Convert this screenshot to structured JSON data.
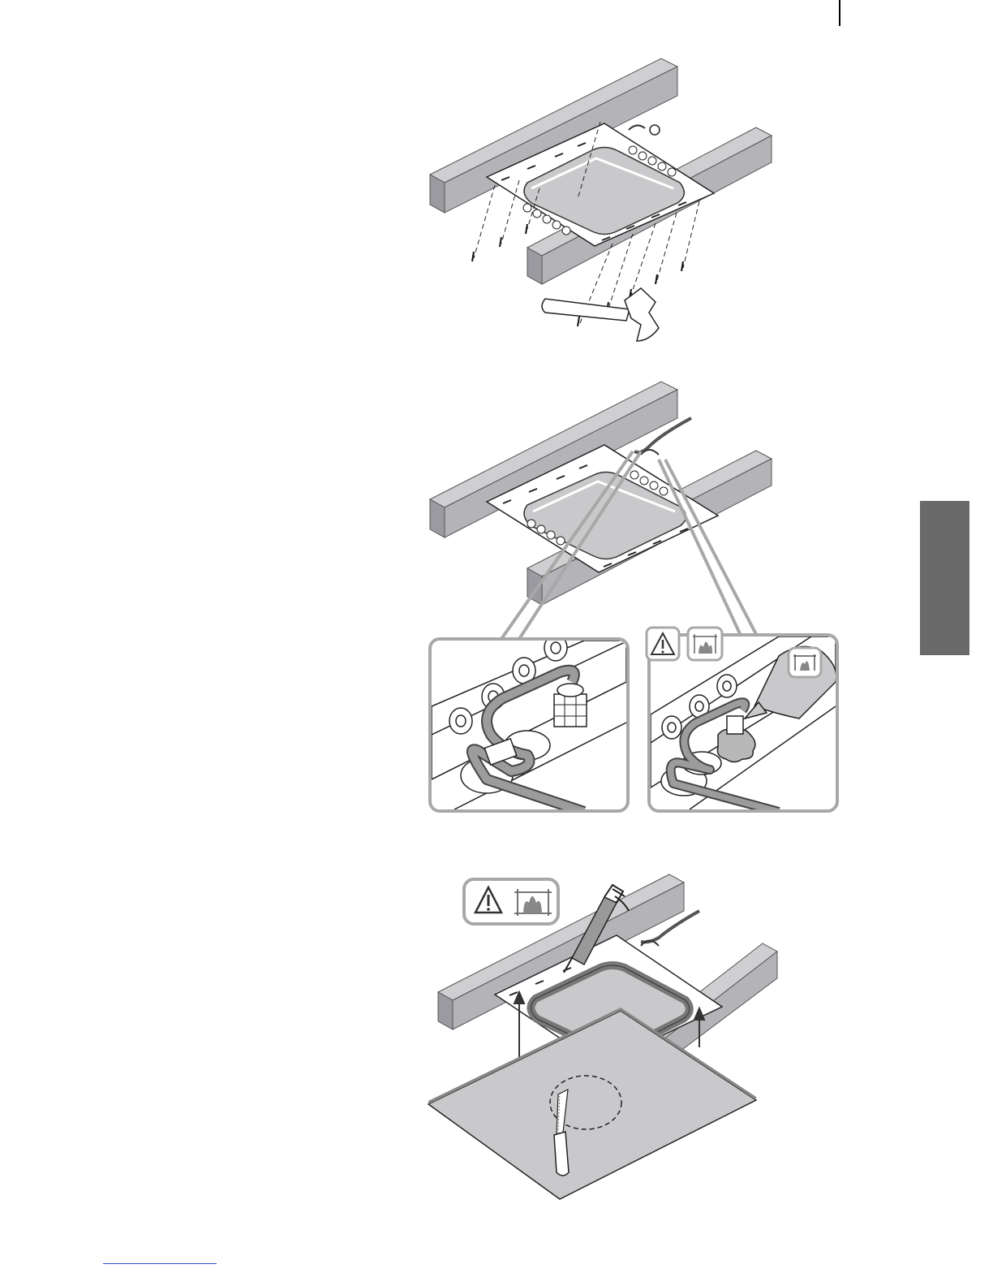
{
  "page": {
    "side_tab_color": "#6a6a6a",
    "lumber_color": "#b4b4b8",
    "panel_color": "#c9c9cc",
    "inset_border_color": "#a8a8a8"
  },
  "steps": [
    {
      "name": "bracket-nail-to-joists",
      "tools": [
        "hammer-icon",
        "nail-icon"
      ]
    },
    {
      "name": "cable-connection",
      "callouts": [
        "cable-clamp-detail",
        "sealant-detail"
      ],
      "warning_icons": [
        "caution-icon",
        "fire-barrier-icon"
      ]
    },
    {
      "name": "ceiling-panel-attach",
      "tools": [
        "caulk-gun-icon",
        "drywall-saw-icon"
      ],
      "warning_icons": [
        "caution-icon",
        "fire-barrier-icon"
      ]
    }
  ]
}
